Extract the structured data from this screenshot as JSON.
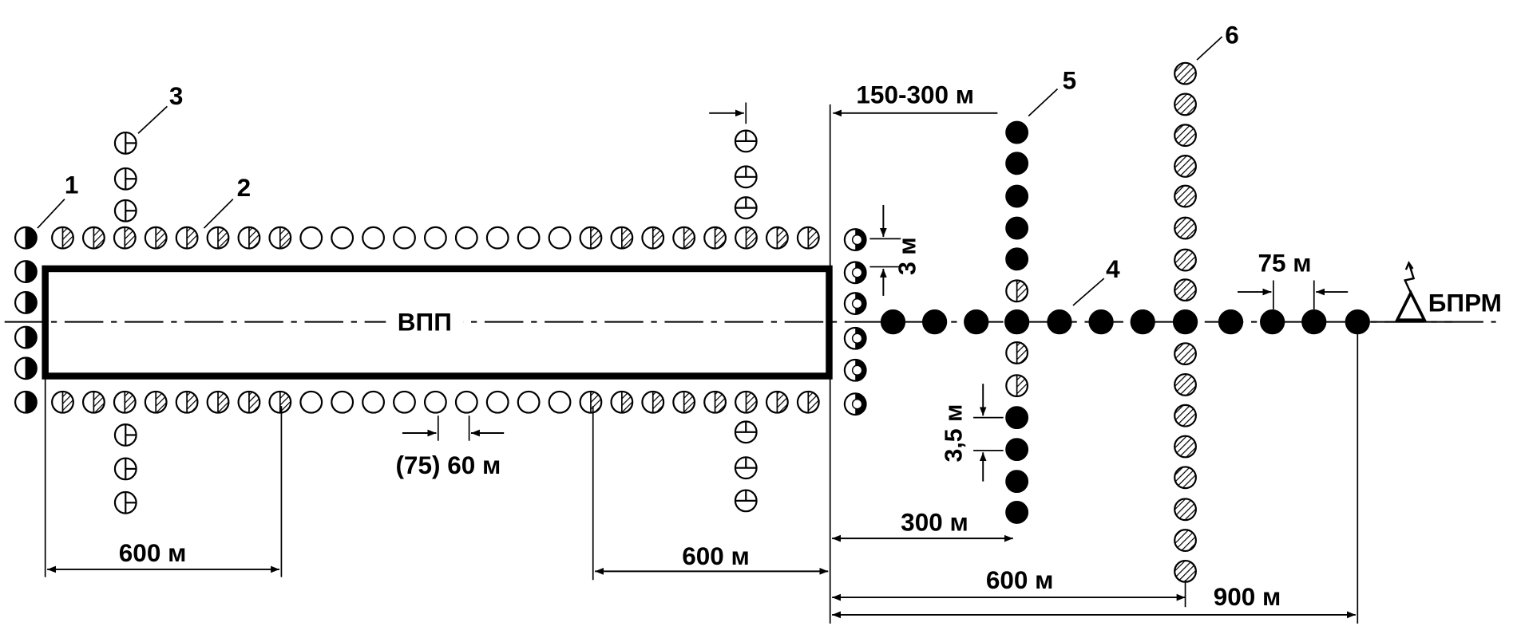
{
  "runway_label": "ВПП",
  "beacon_label": "БПРМ",
  "callouts": [
    "1",
    "2",
    "3",
    "4",
    "5",
    "6"
  ],
  "dimensions": {
    "threshold_offset": "150-300 м",
    "edge_side_spacing": "3 м",
    "centre_spacing": "75 м",
    "edge_spacing": "(75) 60 м",
    "bar_spacing": "3,5 м",
    "zone_left": "600 м",
    "zone_right": "600 м",
    "crossbar_1": "300 м",
    "crossbar_2": "600 м",
    "total": "900 м"
  },
  "legend": {
    "1": "half-filled-light",
    "2": "hatched-edge-light",
    "3": "cross-marked-light",
    "4": "filled-centreline-light",
    "5": "filled-crossbar-light",
    "6": "hatched-crossbar-light"
  },
  "colors": {
    "ink": "#000000",
    "paper": "#ffffff"
  }
}
